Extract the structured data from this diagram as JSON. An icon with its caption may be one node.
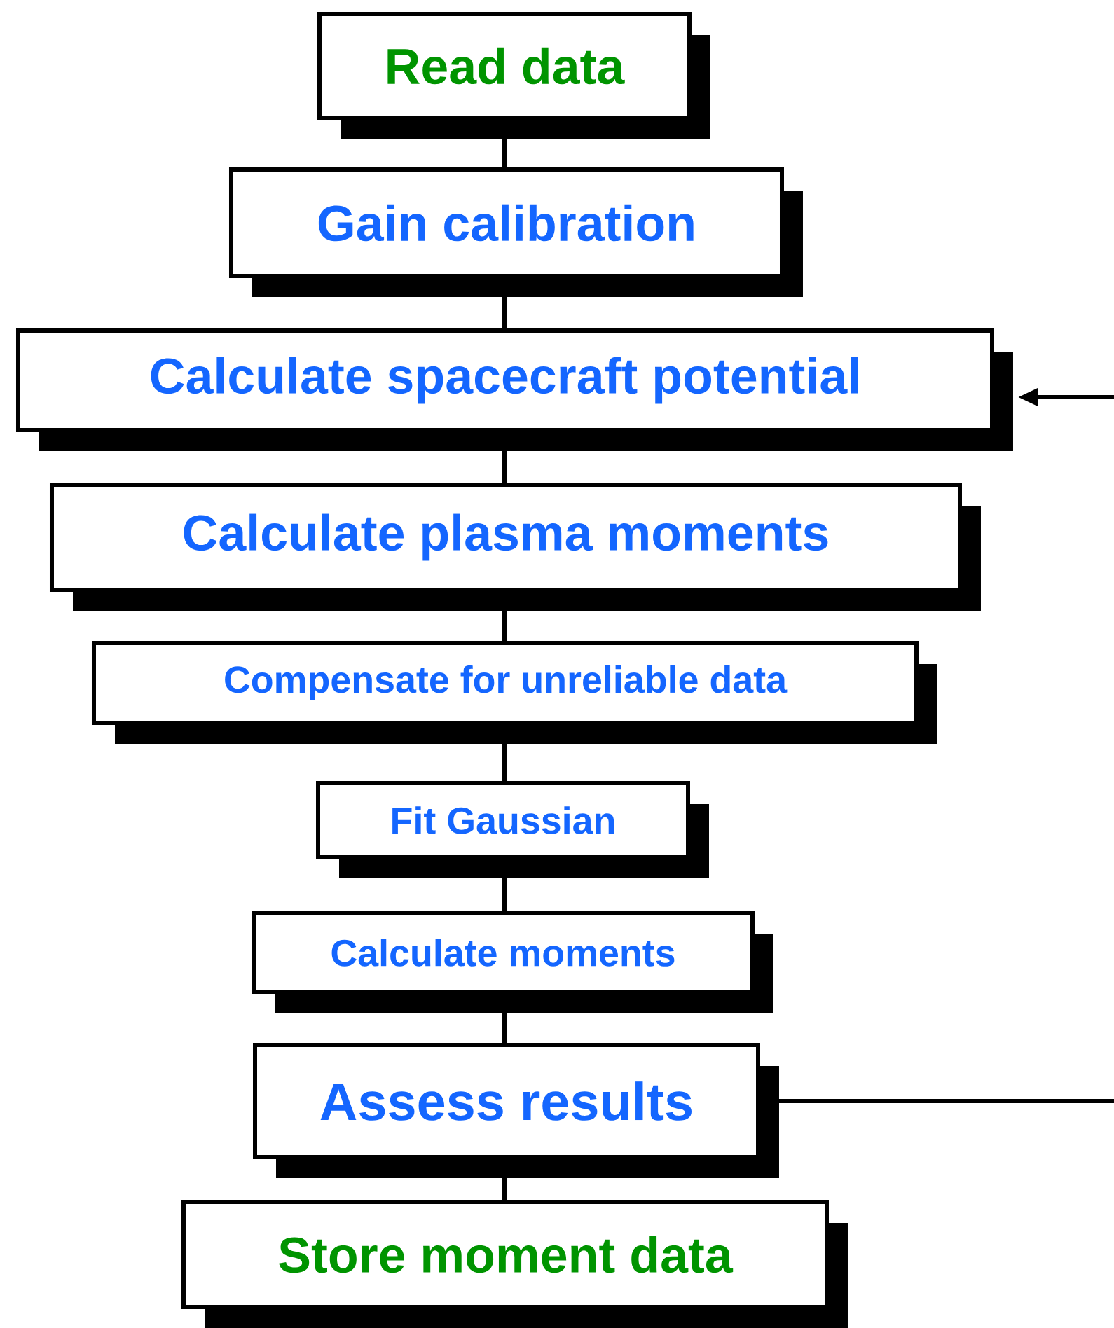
{
  "diagram": {
    "nodes": [
      {
        "text": [
          "Read data"
        ]
      },
      {
        "text": [
          "Gain calibration"
        ]
      },
      {
        "text": [
          "Calculate spacecraft potential"
        ]
      },
      {
        "text": [
          "Calculate plasma moments"
        ]
      },
      {
        "text": [
          "Compensate for unreliable data"
        ]
      },
      {
        "text": [
          "Fit Gaussian"
        ]
      },
      {
        "text": [
          "Calculate moments"
        ]
      },
      {
        "text": [
          "Assess results"
        ]
      },
      {
        "text": [
          "Store moment data"
        ]
      }
    ],
    "edges": [
      {
        "from": 0,
        "to": 1,
        "arrow": "none"
      },
      {
        "from": 1,
        "to": 2,
        "arrow": "none"
      },
      {
        "from": 2,
        "to": 3,
        "arrow": "none"
      },
      {
        "from": 3,
        "to": 4,
        "arrow": "none"
      },
      {
        "from": 4,
        "to": 5,
        "arrow": "none"
      },
      {
        "from": 5,
        "to": 6,
        "arrow": "none"
      },
      {
        "from": 6,
        "to": 7,
        "arrow": "none"
      },
      {
        "from": 7,
        "to": 8,
        "arrow": "none"
      },
      {
        "from": 7,
        "to": null,
        "arrow": "none"
      },
      {
        "from": null,
        "to": 2,
        "arrow": "to"
      }
    ]
  }
}
